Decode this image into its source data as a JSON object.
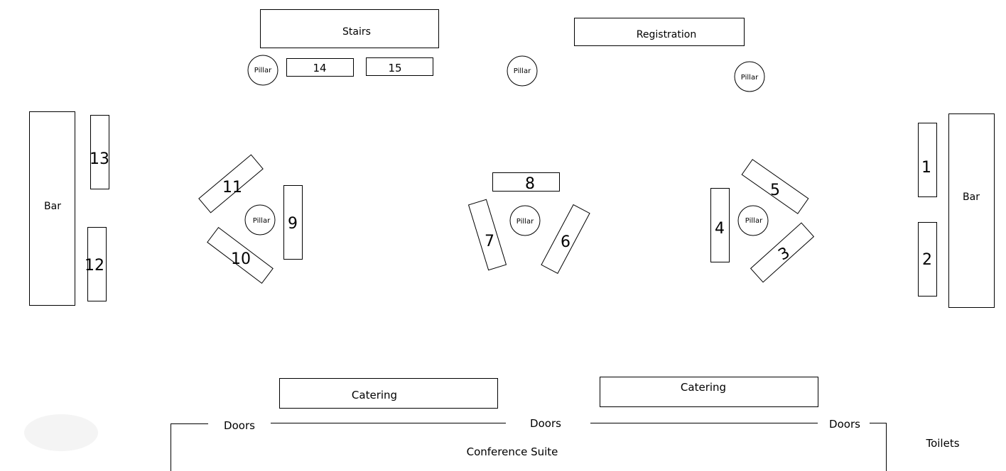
{
  "floor_plan": {
    "fixtures": {
      "stairs": "Stairs",
      "registration": "Registration",
      "bar_left": "Bar",
      "bar_right": "Bar",
      "catering_left": "Catering",
      "catering_right": "Catering",
      "conference_suite": "Conference Suite",
      "toilets": "Toilets"
    },
    "doors": [
      "Doors",
      "Doors",
      "Doors"
    ],
    "pillar_label": "Pillar",
    "tables": [
      "1",
      "2",
      "3",
      "4",
      "5",
      "6",
      "7",
      "8",
      "9",
      "10",
      "11",
      "12",
      "13",
      "14",
      "15"
    ]
  }
}
